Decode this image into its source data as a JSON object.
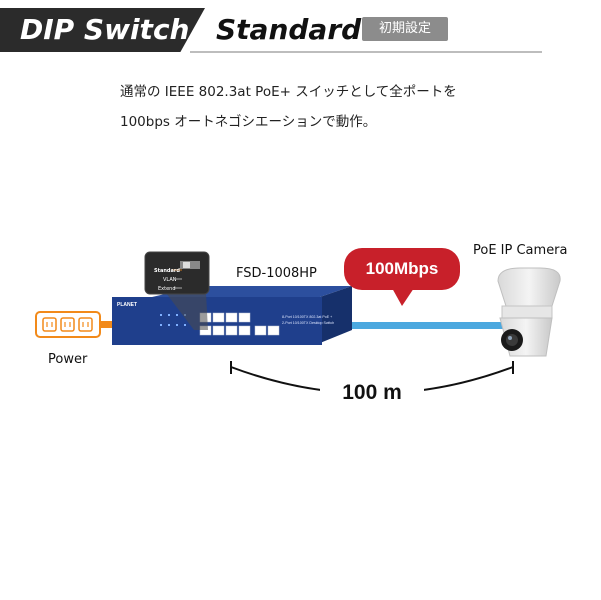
{
  "header": {
    "title_left": "DIP Switch",
    "title_right": "Standard",
    "badge": "初期設定"
  },
  "description": {
    "line1": "通常の IEEE 802.3at PoE+ スイッチとして全ポートを",
    "line2": "100bps オートネゴシエーションで動作。"
  },
  "diagram": {
    "switch_model": "FSD-1008HP",
    "camera_label": "PoE IP Camera",
    "power_label": "Power",
    "speed_label": "100Mbps",
    "distance_label": "100 m",
    "dip_options": [
      "Standard",
      "VLAN",
      "Extend"
    ],
    "switch_brand": "PLANET",
    "switch_description": "8-Port 10/100TX 802.3at PoE + 2-Port 10/100TX Desktop Switch"
  },
  "colors": {
    "header_dark": "#2b2b2b",
    "badge_gray": "#8c8c8c",
    "bubble_red": "#c8202a",
    "cable_blue": "#4ba8df",
    "cable_orange": "#f28a1a",
    "switch_navy": "#1f3f8c"
  }
}
